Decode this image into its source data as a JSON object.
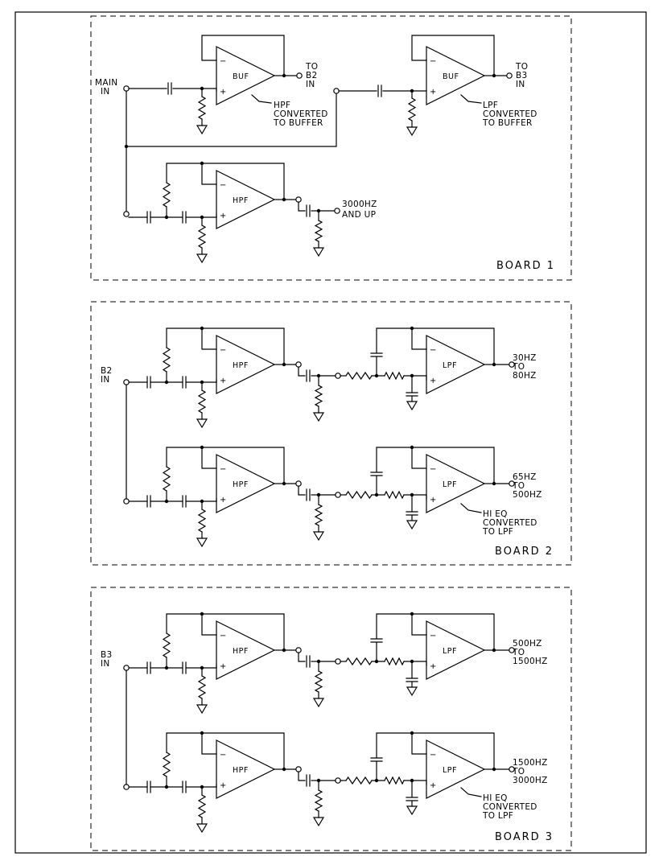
{
  "board1": {
    "label": "BOARD 1",
    "main_in": [
      "MAIN",
      "IN"
    ],
    "buf1_label": "BUF",
    "buf1_out": [
      "TO",
      "B2",
      "IN"
    ],
    "buf1_note": [
      "HPF",
      "CONVERTED",
      "TO BUFFER"
    ],
    "buf2_label": "BUF",
    "buf2_out": [
      "TO",
      "B3",
      "IN"
    ],
    "buf2_note": [
      "LPF",
      "CONVERTED",
      "TO BUFFER"
    ],
    "hpf_label": "HPF",
    "hpf_out": [
      "3000HZ",
      "AND UP"
    ]
  },
  "board2": {
    "label": "BOARD 2",
    "input": [
      "B2",
      "IN"
    ],
    "top": {
      "hpf": "HPF",
      "lpf": "LPF",
      "out": [
        "30HZ",
        "TO",
        "80HZ"
      ]
    },
    "bottom": {
      "hpf": "HPF",
      "lpf": "LPF",
      "out": [
        "65HZ",
        "TO",
        "500HZ"
      ],
      "note": [
        "HI EQ",
        "CONVERTED",
        "TO LPF"
      ]
    }
  },
  "board3": {
    "label": "BOARD 3",
    "input": [
      "B3",
      "IN"
    ],
    "top": {
      "hpf": "HPF",
      "lpf": "LPF",
      "out": [
        "500HZ",
        "TO",
        "1500HZ"
      ]
    },
    "bottom": {
      "hpf": "HPF",
      "lpf": "LPF",
      "out": [
        "1500HZ",
        "TO",
        "3000HZ"
      ],
      "note": [
        "HI EQ",
        "CONVERTED",
        "TO LPF"
      ]
    }
  },
  "symbols": {
    "minus": "−",
    "plus": "+"
  }
}
